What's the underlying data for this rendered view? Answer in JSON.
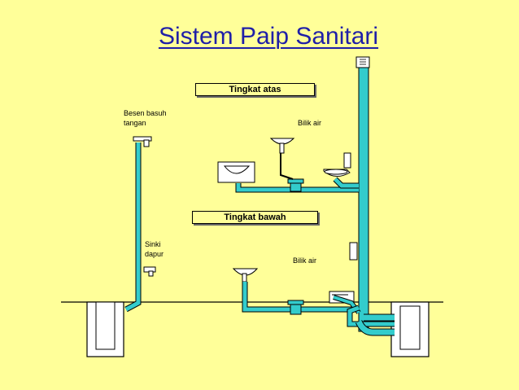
{
  "title": "Sistem Paip Sanitari",
  "floors": {
    "upper": "Tingkat atas",
    "lower": "Tingkat bawah"
  },
  "labels": {
    "basin": "Besen basuh\ntangan",
    "toilet_upper": "Bilik air",
    "kitchen_sink": "Sinki\ndapur",
    "toilet_lower": "Bilik air"
  },
  "colors": {
    "pipe": "#33cccc",
    "background": "#ffff99",
    "title": "#1f1fa8"
  }
}
